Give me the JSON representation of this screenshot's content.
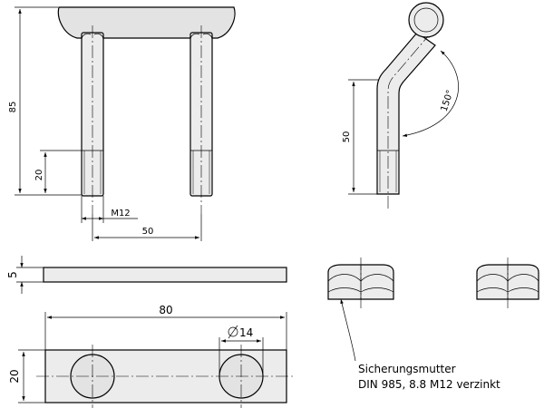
{
  "drawing": {
    "dimensions": {
      "height_total": "85",
      "thread_length": "20",
      "thread_size": "M12",
      "spacing": "50",
      "side_height": "50",
      "bend_angle": "150°",
      "plate_thickness": "5",
      "plate_length": "80",
      "hole_diameter": "14",
      "plate_width": "20"
    },
    "note": {
      "line1": "Sicherungsmutter",
      "line2": "DIN 985, 8.8 M12 verzinkt"
    }
  },
  "colors": {
    "line": "#000000",
    "part_fill": "#e3e3e3",
    "background": "#ffffff"
  }
}
